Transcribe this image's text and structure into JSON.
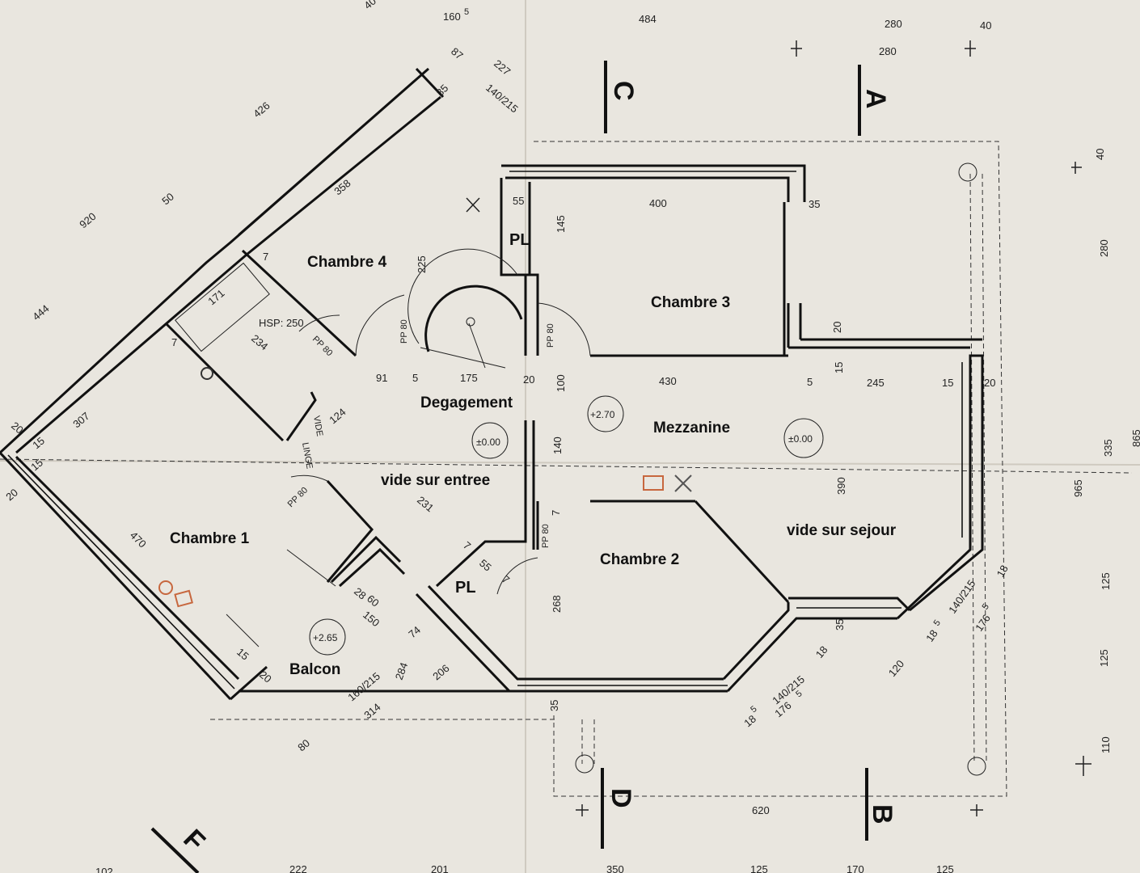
{
  "rooms": {
    "chambre4": "Chambre 4",
    "chambre3": "Chambre 3",
    "chambre1": "Chambre 1",
    "chambre2": "Chambre 2",
    "degagement": "Degagement",
    "mezzanine": "Mezzanine",
    "vide_entree": "vide sur entree",
    "vide_sejour": "vide sur sejour",
    "balcon": "Balcon",
    "pl_top": "PL",
    "pl_bottom": "PL",
    "hsp": "HSP: 250",
    "vide_linge": "VIDE",
    "linge": "LINGE"
  },
  "levels": {
    "mezzanine": "+2.70",
    "degagement": "±0.00",
    "sejour": "±0.00",
    "balcon": "+2.65"
  },
  "sections": {
    "c": "C",
    "a": "A",
    "d": "D",
    "b": "B",
    "f": "F"
  },
  "doors": [
    "PP 80",
    "PP 80",
    "PP 80",
    "PP 80",
    "PP 80"
  ],
  "dimensions": {
    "d40": "40",
    "d1605": "160",
    "d1605sup": "5",
    "d87": "87",
    "d227": "227",
    "d140_215a": "140/215",
    "d484": "484",
    "d280a": "280",
    "d280b": "280",
    "d40b": "40",
    "d426": "426",
    "d35a": "35",
    "d358": "358",
    "d50": "50",
    "d920": "920",
    "d444": "444",
    "d7a": "7",
    "d225": "225",
    "d55a": "55",
    "d145": "145",
    "d400": "400",
    "d35b": "35",
    "d171": "171",
    "d7b": "7",
    "d234": "234",
    "d20a": "20",
    "d15a": "15",
    "d91": "91",
    "d5a": "5",
    "d175": "175",
    "d20b": "20",
    "d100": "100",
    "d430": "430",
    "d5b": "5",
    "d245": "245",
    "d15b": "15",
    "d20c": "20",
    "d307": "307",
    "d124": "124",
    "d20d": "20",
    "d15c": "15",
    "d140": "140",
    "d390": "390",
    "d335": "335",
    "d965": "965",
    "d865": "865",
    "d280c": "280",
    "d40c": "40",
    "d20e": "20",
    "d15d": "15",
    "d231": "231",
    "d7c": "7",
    "d470": "470",
    "d7d": "7",
    "d55b": "55",
    "d7e": "7",
    "d268": "268",
    "d18a": "18",
    "d140_215b": "140/215",
    "d1765a": "176",
    "d1765asup": "5",
    "d185a": "18",
    "d185asup": "5",
    "d125a": "125",
    "d28": "28",
    "d60": "60",
    "d150": "150",
    "d74": "74",
    "d35c": "35",
    "d120": "120",
    "d18b": "18",
    "d140_215c": "140/215",
    "d1765b": "176",
    "d1765bsup": "5",
    "d185b": "18",
    "d185bsup": "5",
    "d125b": "125",
    "d15e": "15",
    "d20f": "20",
    "d284": "284",
    "d206": "206",
    "d160_215": "160/215",
    "d314": "314",
    "d35d": "35",
    "d80": "80",
    "d110": "110",
    "d620": "620",
    "d222": "222",
    "d201": "201",
    "d350": "350",
    "d125c": "125",
    "d170": "170",
    "d125d": "125",
    "d102": "102"
  }
}
